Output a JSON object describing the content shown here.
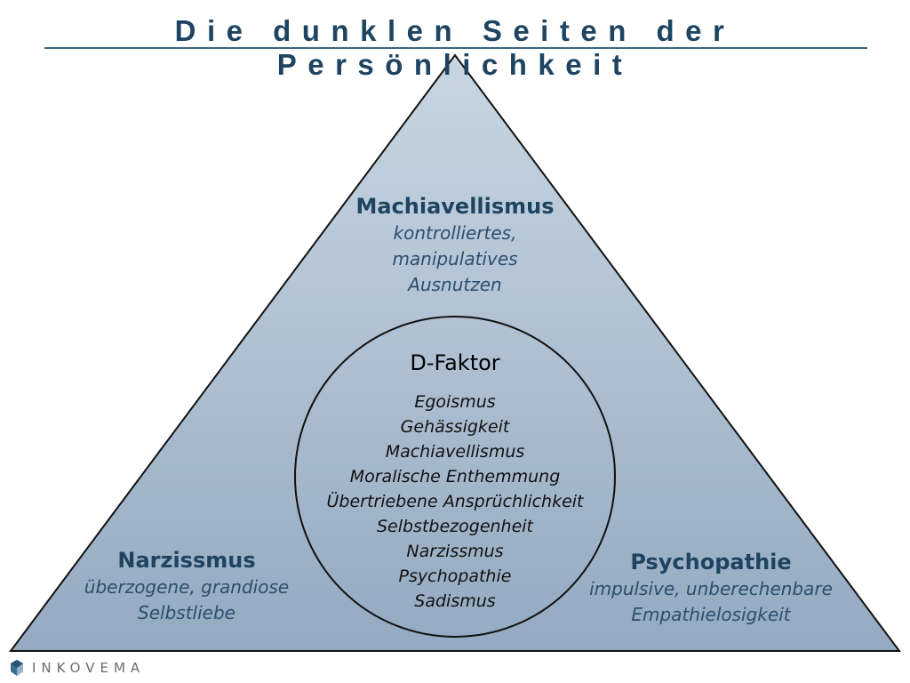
{
  "title": "Die dunklen Seiten der Persönlichkeit",
  "top": {
    "heading": "Machiavellismus",
    "lines": [
      "kontrolliertes,",
      "manipulatives",
      "Ausnutzen"
    ]
  },
  "left": {
    "heading": "Narzissmus",
    "lines": [
      "überzogene, grandiose",
      "Selbstliebe"
    ]
  },
  "right": {
    "heading": "Psychopathie",
    "lines": [
      "impulsive, unberechenbare",
      "Empathielosigkeit"
    ]
  },
  "center": {
    "heading": "D-Faktor",
    "items": [
      "Egoismus",
      "Gehässigkeit",
      "Machiavellismus",
      "Moralische Enthemmung",
      "Übertriebene Ansprüchlichkeit",
      "Selbstbezogenheit",
      "Narzissmus",
      "Psychopathie",
      "Sadismus"
    ]
  },
  "logo": {
    "text": "INKOVEMA"
  },
  "colors": {
    "accent": "#1e4461",
    "triangle_top": "#c7d4e0",
    "triangle_bottom": "#94aac1"
  }
}
